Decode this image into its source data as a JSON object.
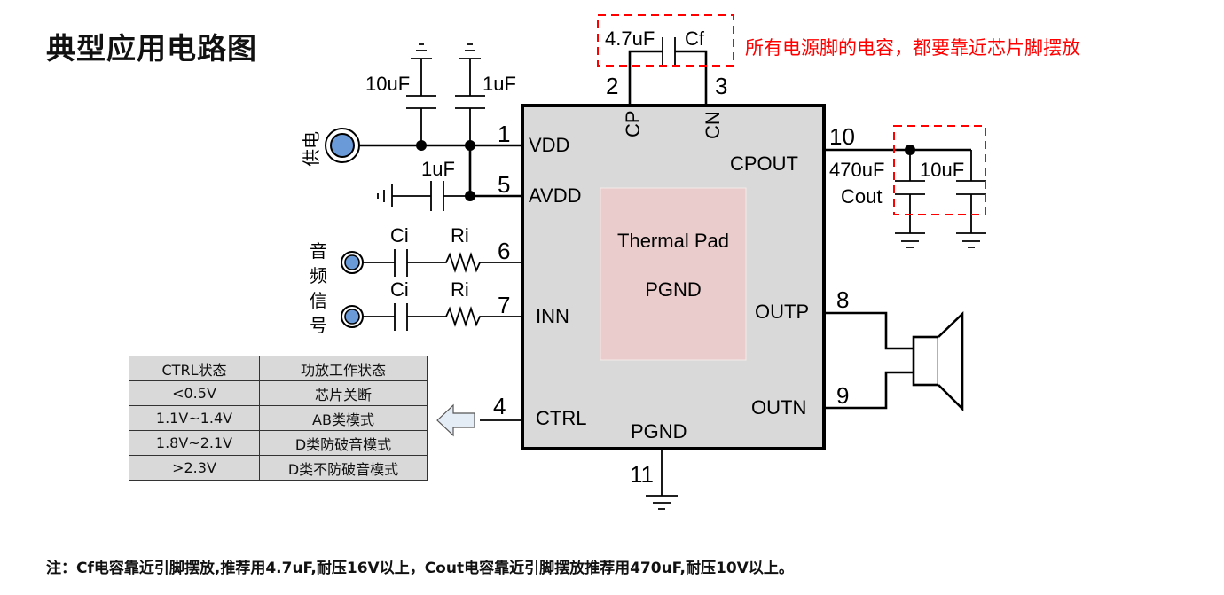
{
  "title": "典型应用电路图",
  "red_note": "所有电源脚的电容，都要靠近芯片脚摆放",
  "footer_note": "注：Cf电容靠近引脚摆放,推荐用4.7uF,耐压16V以上，Cout电容靠近引脚摆放推荐用470uF,耐压10V以上。",
  "colors": {
    "chip_fill": "#d9d9d9",
    "thermal_pad": "#ebcccc",
    "highlight": "#ff0000",
    "connector": "#6a9ad8"
  },
  "chip": {
    "thermal_pad": "Thermal Pad",
    "pad_pgnd": "PGND",
    "pins": {
      "vdd": {
        "num": "1",
        "name": "VDD"
      },
      "cp": {
        "num": "2",
        "name": "CP"
      },
      "cn": {
        "num": "3",
        "name": "CN"
      },
      "ctrl": {
        "num": "4",
        "name": "CTRL"
      },
      "avdd": {
        "num": "5",
        "name": "AVDD"
      },
      "inp": {
        "num": "6",
        "name": ""
      },
      "inn": {
        "num": "7",
        "name": "INN"
      },
      "outp": {
        "num": "8",
        "name": "OUTP"
      },
      "outn": {
        "num": "9",
        "name": "OUTN"
      },
      "cpout": {
        "num": "10",
        "name": "CPOUT"
      },
      "pgnd": {
        "num": "11",
        "name": "PGND"
      }
    }
  },
  "components": {
    "c_vdd_big": "10uF",
    "c_vdd_small": "1uF",
    "c_avdd": "1uF",
    "cf_value": "4.7uF",
    "cf_name": "Cf",
    "cout_value": "470uF",
    "cout_name": "Cout",
    "c_cpout2": "10uF",
    "ci": "Ci",
    "ri": "Ri"
  },
  "labels": {
    "power_in": "供电",
    "audio_in": [
      "音",
      "频",
      "信",
      "号"
    ]
  },
  "ctrl_table": {
    "headers": [
      "CTRL状态",
      "功放工作状态"
    ],
    "rows": [
      [
        "<0.5V",
        "芯片关断"
      ],
      [
        "1.1V~1.4V",
        "AB类模式"
      ],
      [
        "1.8V~2.1V",
        "D类防破音模式"
      ],
      [
        ">2.3V",
        "D类不防破音模式"
      ]
    ]
  }
}
